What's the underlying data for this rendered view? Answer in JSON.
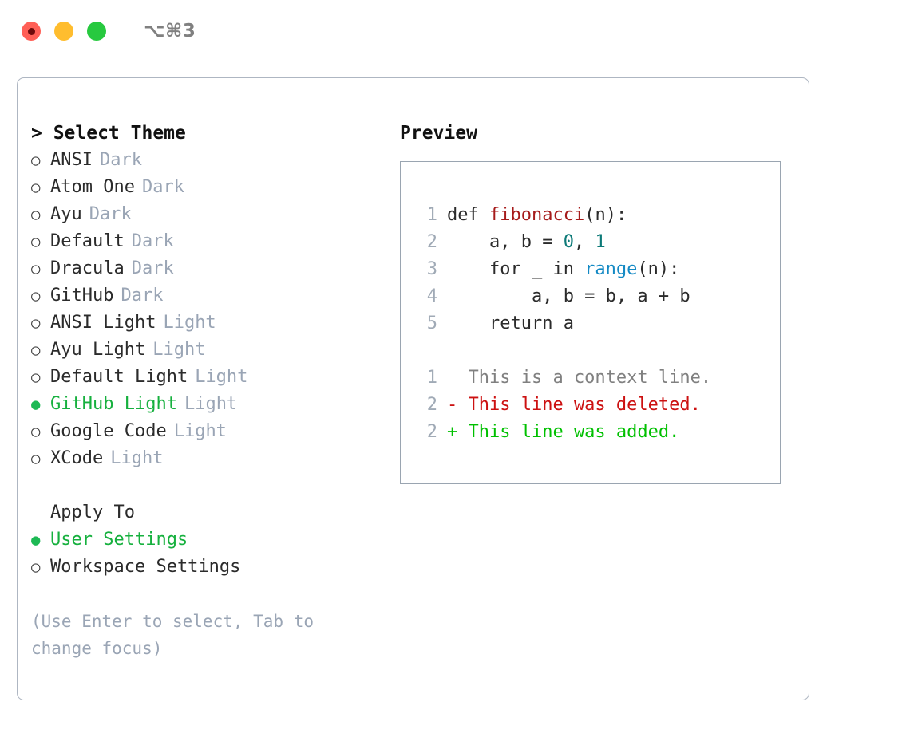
{
  "titlebar": {
    "shortcut": "⌥⌘3",
    "lights": [
      "close",
      "minimize",
      "maximize"
    ]
  },
  "theme_picker": {
    "heading": "> Select Theme",
    "options": [
      {
        "marker": "○",
        "label": "ANSI",
        "tag": "Dark",
        "selected": false
      },
      {
        "marker": "○",
        "label": "Atom One",
        "tag": "Dark",
        "selected": false
      },
      {
        "marker": "○",
        "label": "Ayu",
        "tag": "Dark",
        "selected": false
      },
      {
        "marker": "○",
        "label": "Default",
        "tag": "Dark",
        "selected": false
      },
      {
        "marker": "○",
        "label": "Dracula",
        "tag": "Dark",
        "selected": false
      },
      {
        "marker": "○",
        "label": "GitHub",
        "tag": "Dark",
        "selected": false
      },
      {
        "marker": "○",
        "label": "ANSI Light",
        "tag": "Light",
        "selected": false
      },
      {
        "marker": "○",
        "label": "Ayu Light",
        "tag": "Light",
        "selected": false
      },
      {
        "marker": "○",
        "label": "Default Light",
        "tag": "Light",
        "selected": false
      },
      {
        "marker": "●",
        "label": "GitHub Light",
        "tag": "Light",
        "selected": true
      },
      {
        "marker": "○",
        "label": "Google Code",
        "tag": "Light",
        "selected": false
      },
      {
        "marker": "○",
        "label": "XCode",
        "tag": "Light",
        "selected": false
      }
    ]
  },
  "apply_to": {
    "heading": "Apply To",
    "options": [
      {
        "marker": "●",
        "label": "User Settings",
        "selected": true
      },
      {
        "marker": "○",
        "label": "Workspace Settings",
        "selected": false
      }
    ]
  },
  "hint": "(Use Enter to select, Tab to change focus)",
  "preview": {
    "heading": "Preview",
    "code_lines": [
      {
        "num": "1",
        "parts": [
          {
            "text": "def ",
            "style": "plain"
          },
          {
            "text": "fibonacci",
            "style": "fn"
          },
          {
            "text": "(n):",
            "style": "plain"
          }
        ]
      },
      {
        "num": "2",
        "parts": [
          {
            "text": "    a, b = ",
            "style": "plain"
          },
          {
            "text": "0",
            "style": "num"
          },
          {
            "text": ", ",
            "style": "plain"
          },
          {
            "text": "1",
            "style": "num"
          }
        ]
      },
      {
        "num": "3",
        "parts": [
          {
            "text": "    for _ in ",
            "style": "plain"
          },
          {
            "text": "range",
            "style": "call"
          },
          {
            "text": "(n):",
            "style": "plain"
          }
        ]
      },
      {
        "num": "4",
        "parts": [
          {
            "text": "        a, b = b, a + b",
            "style": "plain"
          }
        ]
      },
      {
        "num": "5",
        "parts": [
          {
            "text": "    return a",
            "style": "plain"
          }
        ]
      }
    ],
    "diff_lines": [
      {
        "num": "1",
        "marker": "  ",
        "text": "This is a context line.",
        "style": "ctx"
      },
      {
        "num": "2",
        "marker": "- ",
        "text": "This line was deleted.",
        "style": "del"
      },
      {
        "num": "2",
        "marker": "+ ",
        "text": "This line was added.",
        "style": "add"
      }
    ]
  },
  "colors": {
    "selected_green": "#16b03e",
    "tag_gray": "#9aa5b5",
    "diff_deleted": "#cc1111",
    "diff_added": "#00c000",
    "function_red": "#a61b1b",
    "number_teal": "#0d7a78",
    "call_blue": "#1389c4",
    "border": "#aeb6c2"
  }
}
